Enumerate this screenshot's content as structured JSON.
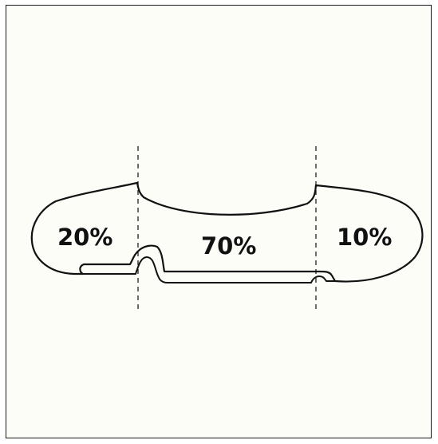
{
  "diagram": {
    "labels": {
      "left": "20%",
      "middle": "70%",
      "right": "10%"
    },
    "colors": {
      "stroke": "#111111",
      "background": "#fdfdf8"
    }
  }
}
